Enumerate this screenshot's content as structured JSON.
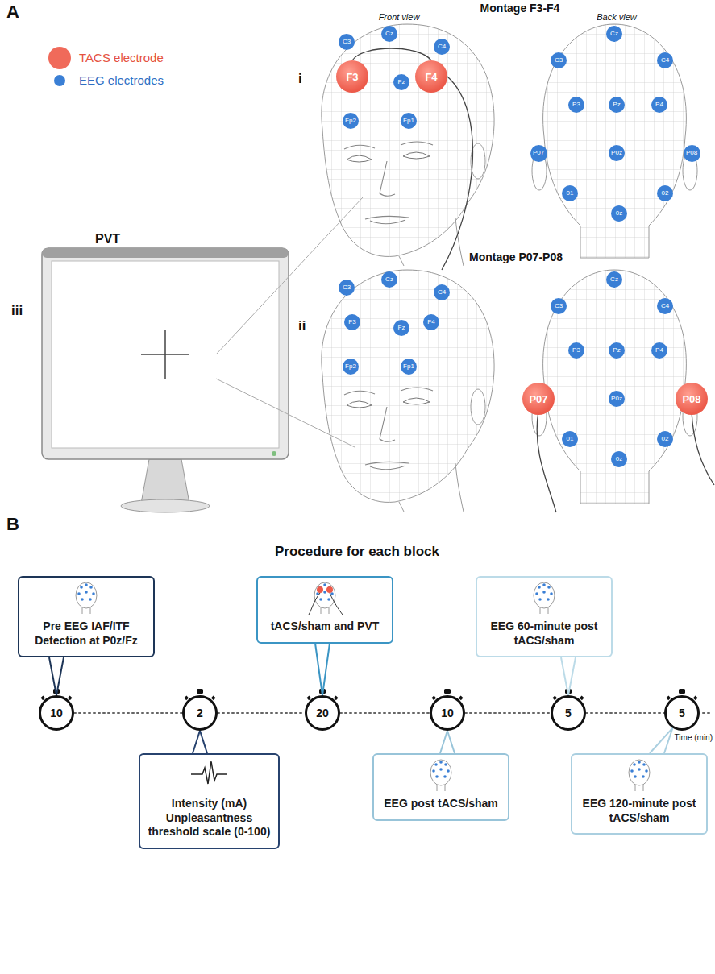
{
  "diagram": {
    "nodes": [
      {
        "text": [
          "C3"
        ]
      },
      {
        "text": [
          "Cz"
        ]
      },
      {
        "text": [
          "C4"
        ]
      },
      {
        "text": [
          "F3"
        ]
      },
      {
        "text": [
          "Fz"
        ]
      },
      {
        "text": [
          "F4"
        ]
      },
      {
        "text": [
          "Fp2"
        ]
      },
      {
        "text": [
          "Fp1"
        ]
      },
      {
        "text": [
          "Cz"
        ]
      },
      {
        "text": [
          "C3"
        ]
      },
      {
        "text": [
          "C4"
        ]
      },
      {
        "text": [
          "P3"
        ]
      },
      {
        "text": [
          "Pz"
        ]
      },
      {
        "text": [
          "P4"
        ]
      },
      {
        "text": [
          "P07"
        ]
      },
      {
        "text": [
          "P0z"
        ]
      },
      {
        "text": [
          "P08"
        ]
      },
      {
        "text": [
          "01"
        ]
      },
      {
        "text": [
          "0z"
        ]
      },
      {
        "text": [
          "02"
        ]
      },
      {
        "text": [
          "C3"
        ]
      },
      {
        "text": [
          "Cz"
        ]
      },
      {
        "text": [
          "C4"
        ]
      },
      {
        "text": [
          "F3"
        ]
      },
      {
        "text": [
          "Fz"
        ]
      },
      {
        "text": [
          "F4"
        ]
      },
      {
        "text": [
          "Fp2"
        ]
      },
      {
        "text": [
          "Fp1"
        ]
      },
      {
        "text": [
          "Cz"
        ]
      },
      {
        "text": [
          "C3"
        ]
      },
      {
        "text": [
          "C4"
        ]
      },
      {
        "text": [
          "P3"
        ]
      },
      {
        "text": [
          "Pz"
        ]
      },
      {
        "text": [
          "P4"
        ]
      },
      {
        "text": [
          "P07"
        ]
      },
      {
        "text": [
          "P0z"
        ]
      },
      {
        "text": [
          "P08"
        ]
      },
      {
        "text": [
          "01"
        ]
      },
      {
        "text": [
          "0z"
        ]
      },
      {
        "text": [
          "02"
        ]
      },
      {
        "text": [
          "Pre EEG IAF/ITF Detection at P0z/Fz"
        ]
      },
      {
        "text": [
          "tACS/sham and PVT"
        ]
      },
      {
        "text": [
          "EEG 60-minute post tACS/sham"
        ]
      },
      {
        "text": [
          "10"
        ]
      },
      {
        "text": [
          "2"
        ]
      },
      {
        "text": [
          "20"
        ]
      },
      {
        "text": [
          "10"
        ]
      },
      {
        "text": [
          "5"
        ]
      },
      {
        "text": [
          "5"
        ]
      },
      {
        "text": [
          "Intensity (mA) Unpleasantness threshold scale (0-100)"
        ]
      },
      {
        "text": [
          "EEG post tACS/sham"
        ]
      },
      {
        "text": [
          "EEG 120-minute post tACS/sham"
        ]
      }
    ],
    "edges": [
      {
        "from": 40,
        "to": 43,
        "arrow": "none"
      },
      {
        "from": 41,
        "to": 45,
        "arrow": "none"
      },
      {
        "from": 42,
        "to": 47,
        "arrow": "none"
      },
      {
        "from": 43,
        "to": 44,
        "arrow": "none"
      },
      {
        "from": 44,
        "to": 45,
        "arrow": "none"
      },
      {
        "from": 45,
        "to": 46,
        "arrow": "none"
      },
      {
        "from": 46,
        "to": 47,
        "arrow": "none"
      },
      {
        "from": 47,
        "to": 48,
        "arrow": "none"
      },
      {
        "from": 49,
        "to": 44,
        "arrow": "none"
      },
      {
        "from": 50,
        "to": 46,
        "arrow": "none"
      },
      {
        "from": 51,
        "to": 48,
        "arrow": "none"
      }
    ],
    "labels": [
      "A",
      "PVT",
      "iii",
      "i",
      "Montage F3-F4",
      "Front view",
      "Back view",
      "ii",
      "Montage P07-P08",
      "B",
      "Procedure for each block",
      "Time (min)"
    ],
    "legend": [
      {
        "text": "TACS electrode",
        "color": "#f06a5a"
      },
      {
        "text": "EEG electrodes",
        "color": "#3a7fd5"
      }
    ]
  }
}
